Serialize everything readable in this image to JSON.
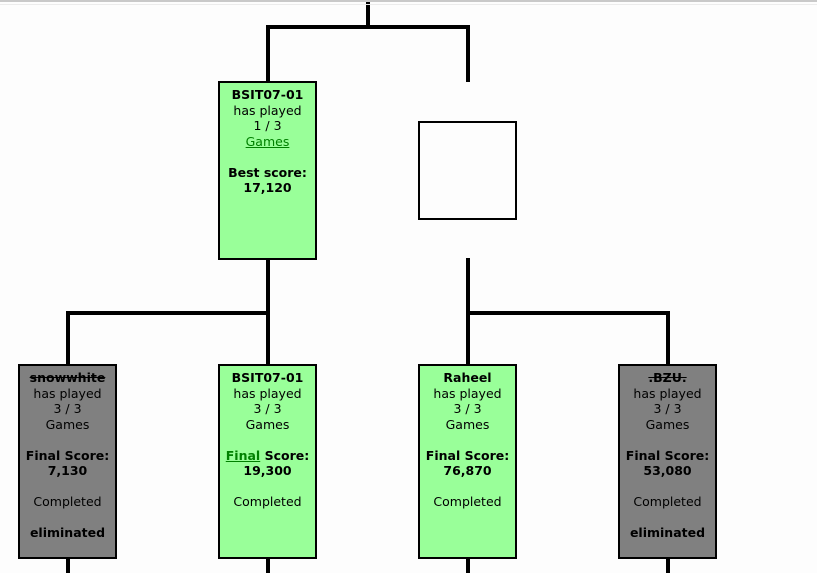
{
  "page": {
    "background": "#fdfdfd",
    "top_border_color": "#c9c9c9"
  },
  "colors": {
    "active_box_fill": "#99ff99",
    "eliminated_box_fill": "#808080",
    "box_border": "#000000",
    "connector_line": "#000000",
    "link_green": "#008000",
    "text": "#000000"
  },
  "bracket": {
    "round2": {
      "left": {
        "name": "BSIT07-01",
        "played_label": "has played",
        "played_count": "1 / 3",
        "games_link": "Games",
        "score_label": "Best score:",
        "score_value": "17,120",
        "state": "active"
      },
      "right": {
        "state": "empty"
      }
    },
    "round1": [
      {
        "name": "snowwhite",
        "played_label": "has played",
        "played_count": "3 / 3",
        "games_label": "Games",
        "score_label": "Final Score:",
        "score_value": "7,130",
        "status": "Completed",
        "eliminated_label": "eliminated",
        "state": "eliminated"
      },
      {
        "name": "BSIT07-01",
        "played_label": "has played",
        "played_count": "3 / 3",
        "games_label": "Games",
        "final_link": "Final",
        "score_label_rest": " Score:",
        "score_value": "19,300",
        "status": "Completed",
        "state": "active"
      },
      {
        "name": "Raheel",
        "played_label": "has played",
        "played_count": "3 / 3",
        "games_label": "Games",
        "score_label": "Final Score:",
        "score_value": "76,870",
        "status": "Completed",
        "state": "active"
      },
      {
        "name": ".BZU.",
        "played_label": "has played",
        "played_count": "3 / 3",
        "games_label": "Games",
        "score_label": "Final Score:",
        "score_value": "53,080",
        "status": "Completed",
        "eliminated_label": "eliminated",
        "state": "eliminated"
      }
    ]
  }
}
